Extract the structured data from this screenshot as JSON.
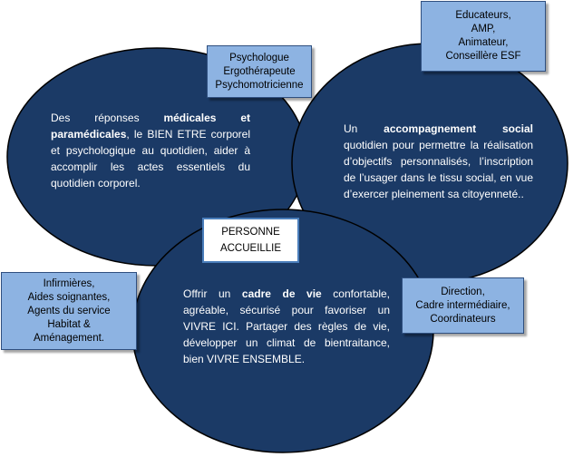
{
  "center": {
    "line1": "PERSONNE",
    "line2": "ACCUEILLIE"
  },
  "circles": {
    "left": {
      "t1": "Des réponses ",
      "b1": "médicales et paramédicales",
      "t2": ", le BIEN ETRE corporel et psychologique au quotidien, aider à accomplir les actes essentiels du quotidien corporel."
    },
    "right": {
      "t1": "Un ",
      "b1": "accompagnement social",
      "t2": " quotidien pour permettre la réalisation d’objectifs personnalisés, l’inscription de l’usager dans le tissu social, en vue d’exercer pleinement sa citoyenneté.."
    },
    "bottom": {
      "t1": "Offrir un ",
      "b1": "cadre de vie",
      "t2": " confortable, agréable, sécurisé pour favoriser un VIVRE ICI. Partager des règles de vie, développer un climat de bientraitance, bien VIVRE ENSEMBLE."
    }
  },
  "boxes": {
    "top_center": [
      "Psychologue",
      "Ergothérapeute",
      "Psychomotricienne"
    ],
    "top_right": [
      "Educateurs,",
      "AMP,",
      "Animateur,",
      "Conseillère ESF"
    ],
    "left": [
      "Infirmières,",
      "Aides soignantes,",
      "Agents du service",
      "Habitat &",
      "Aménagement."
    ],
    "right": [
      "Direction,",
      "Cadre intermédiaire,",
      "Coordinateurs"
    ]
  },
  "colors": {
    "circle_fill": "#1b3a66",
    "box_fill": "#8db3e2",
    "center_border": "#4a7ebb"
  }
}
